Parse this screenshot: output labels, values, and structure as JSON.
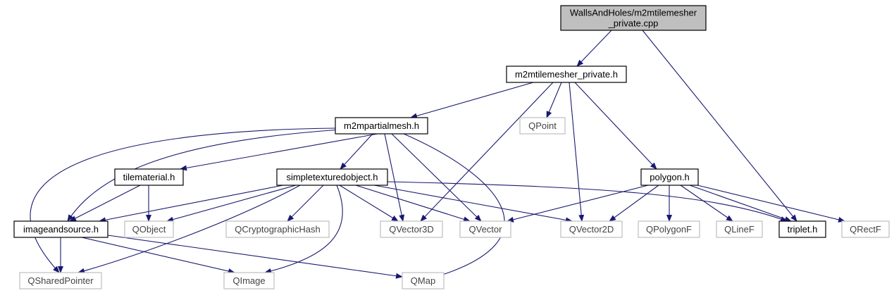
{
  "colors": {
    "edge": "#191970",
    "root_fill": "#bfbfbf",
    "local_border": "#000000",
    "system_border": "#bfbfbf",
    "system_text": "#444444"
  },
  "nodes": [
    {
      "id": "root",
      "lines": [
        "WallsAndHoles/m2mtilemesher",
        "_private.cpp"
      ],
      "kind": "root"
    },
    {
      "id": "m2mtilemesher_private_h",
      "lines": [
        "m2mtilemesher_private.h"
      ],
      "kind": "local"
    },
    {
      "id": "m2mpartialmesh_h",
      "lines": [
        "m2mpartialmesh.h"
      ],
      "kind": "local"
    },
    {
      "id": "qpoint",
      "lines": [
        "QPoint"
      ],
      "kind": "system"
    },
    {
      "id": "tilematerial_h",
      "lines": [
        "tilematerial.h"
      ],
      "kind": "local"
    },
    {
      "id": "simpletexturedobject_h",
      "lines": [
        "simpletexturedobject.h"
      ],
      "kind": "local"
    },
    {
      "id": "polygon_h",
      "lines": [
        "polygon.h"
      ],
      "kind": "local"
    },
    {
      "id": "imageandsource_h",
      "lines": [
        "imageandsource.h"
      ],
      "kind": "local"
    },
    {
      "id": "qobject",
      "lines": [
        "QObject"
      ],
      "kind": "system"
    },
    {
      "id": "qcryptographichash",
      "lines": [
        "QCryptographicHash"
      ],
      "kind": "system"
    },
    {
      "id": "qvector3d",
      "lines": [
        "QVector3D"
      ],
      "kind": "system"
    },
    {
      "id": "qvector",
      "lines": [
        "QVector"
      ],
      "kind": "system"
    },
    {
      "id": "qvector2d",
      "lines": [
        "QVector2D"
      ],
      "kind": "system"
    },
    {
      "id": "qpolygonf",
      "lines": [
        "QPolygonF"
      ],
      "kind": "system"
    },
    {
      "id": "qlinef",
      "lines": [
        "QLineF"
      ],
      "kind": "system"
    },
    {
      "id": "triplet_h",
      "lines": [
        "triplet.h"
      ],
      "kind": "local"
    },
    {
      "id": "qrectf",
      "lines": [
        "QRectF"
      ],
      "kind": "system"
    },
    {
      "id": "qsharedpointer",
      "lines": [
        "QSharedPointer"
      ],
      "kind": "system"
    },
    {
      "id": "qimage",
      "lines": [
        "QImage"
      ],
      "kind": "system"
    },
    {
      "id": "qmap",
      "lines": [
        "QMap"
      ],
      "kind": "system"
    }
  ],
  "edges": [
    {
      "from": "root",
      "to": "m2mtilemesher_private_h"
    },
    {
      "from": "root",
      "to": "triplet_h"
    },
    {
      "from": "m2mtilemesher_private_h",
      "to": "m2mpartialmesh_h"
    },
    {
      "from": "m2mtilemesher_private_h",
      "to": "qpoint"
    },
    {
      "from": "m2mtilemesher_private_h",
      "to": "qvector3d"
    },
    {
      "from": "m2mtilemesher_private_h",
      "to": "qvector2d"
    },
    {
      "from": "m2mtilemesher_private_h",
      "to": "polygon_h"
    },
    {
      "from": "m2mpartialmesh_h",
      "to": "tilematerial_h"
    },
    {
      "from": "m2mpartialmesh_h",
      "to": "imageandsource_h"
    },
    {
      "from": "m2mpartialmesh_h",
      "to": "qsharedpointer"
    },
    {
      "from": "m2mpartialmesh_h",
      "to": "simpletexturedobject_h"
    },
    {
      "from": "m2mpartialmesh_h",
      "to": "qvector3d"
    },
    {
      "from": "m2mpartialmesh_h",
      "to": "qvector"
    },
    {
      "from": "m2mpartialmesh_h",
      "to": "qmap"
    },
    {
      "from": "tilematerial_h",
      "to": "imageandsource_h"
    },
    {
      "from": "tilematerial_h",
      "to": "qobject"
    },
    {
      "from": "simpletexturedobject_h",
      "to": "imageandsource_h"
    },
    {
      "from": "simpletexturedobject_h",
      "to": "qobject"
    },
    {
      "from": "simpletexturedobject_h",
      "to": "qcryptographichash"
    },
    {
      "from": "simpletexturedobject_h",
      "to": "qvector3d"
    },
    {
      "from": "simpletexturedobject_h",
      "to": "qvector"
    },
    {
      "from": "simpletexturedobject_h",
      "to": "qvector2d"
    },
    {
      "from": "simpletexturedobject_h",
      "to": "triplet_h"
    },
    {
      "from": "simpletexturedobject_h",
      "to": "qsharedpointer"
    },
    {
      "from": "simpletexturedobject_h",
      "to": "qimage"
    },
    {
      "from": "polygon_h",
      "to": "qvector"
    },
    {
      "from": "polygon_h",
      "to": "qvector2d"
    },
    {
      "from": "polygon_h",
      "to": "qpolygonf"
    },
    {
      "from": "polygon_h",
      "to": "qlinef"
    },
    {
      "from": "polygon_h",
      "to": "triplet_h"
    },
    {
      "from": "polygon_h",
      "to": "qrectf"
    },
    {
      "from": "imageandsource_h",
      "to": "qsharedpointer"
    },
    {
      "from": "imageandsource_h",
      "to": "qimage"
    },
    {
      "from": "imageandsource_h",
      "to": "qmap"
    }
  ]
}
